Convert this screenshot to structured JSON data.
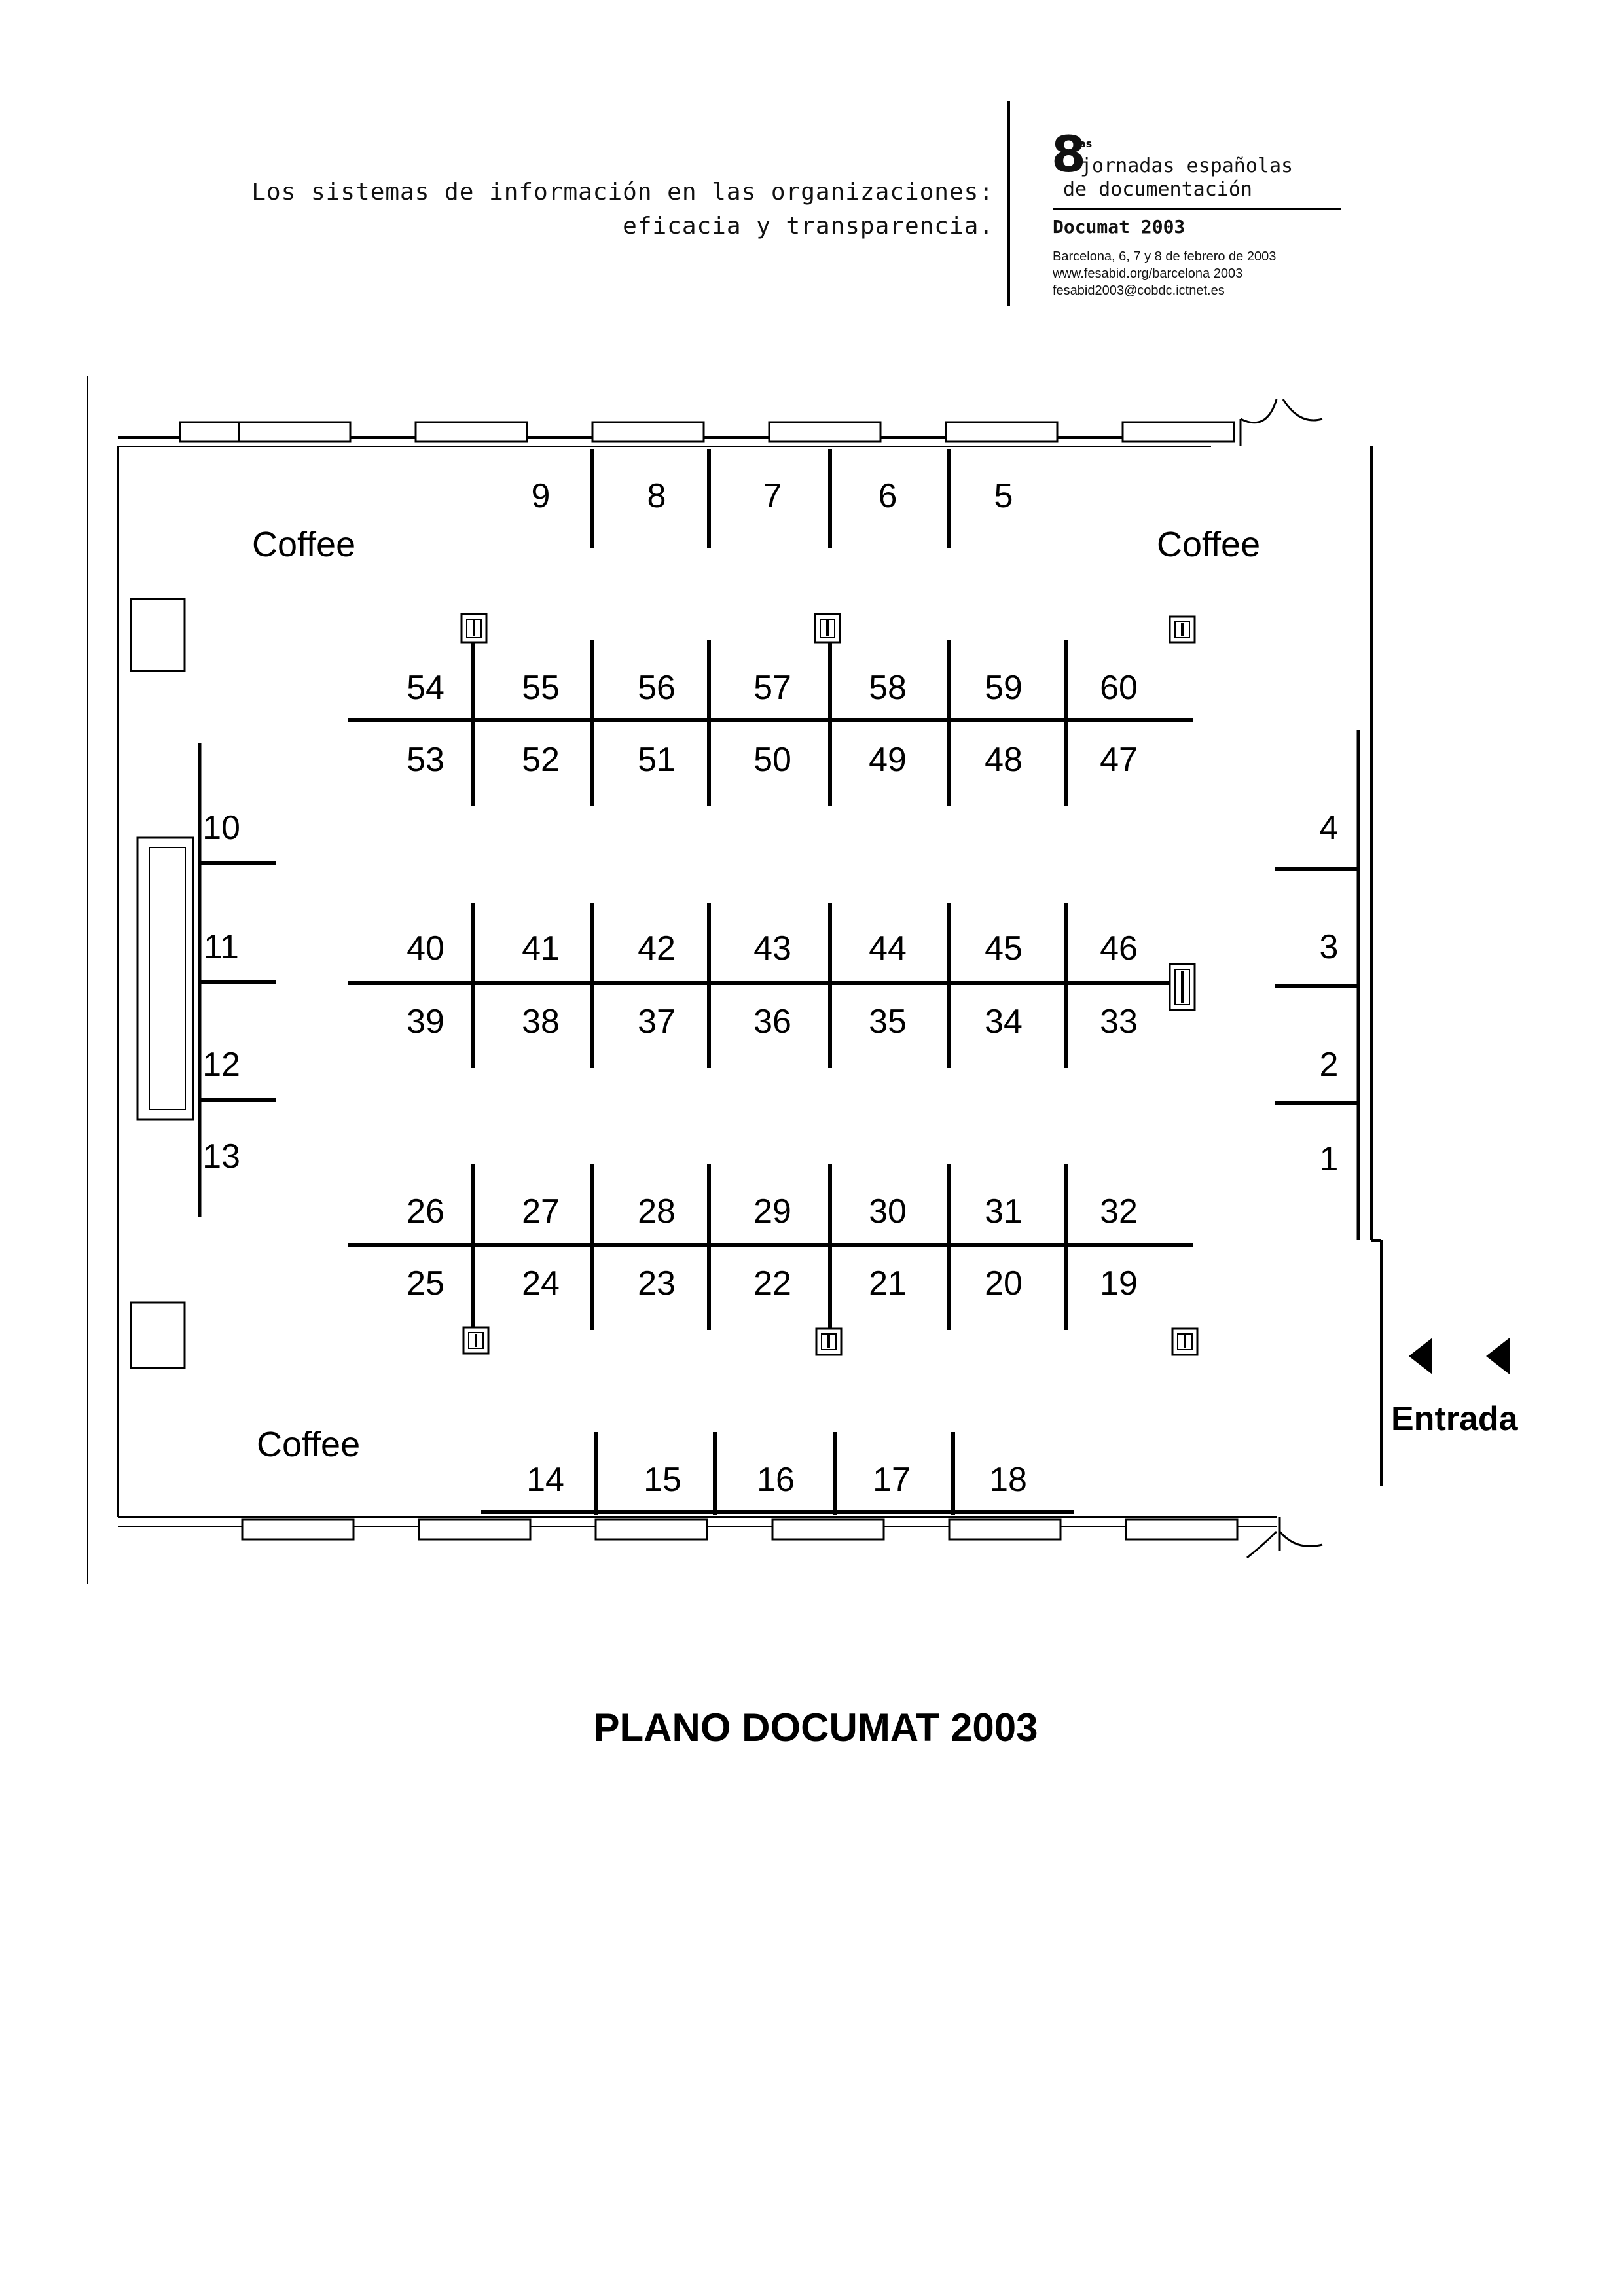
{
  "header": {
    "tagline_line1": "Los sistemas de información en las organizaciones:",
    "tagline_line2": "eficacia y transparencia.",
    "edition_number": "8",
    "edition_ordinal": "as",
    "event_line1": "jornadas españolas",
    "event_line2": "de documentación",
    "documat": "Documat 2003",
    "dates": "Barcelona, 6, 7 y 8 de febrero de 2003",
    "website": "www.fesabid.org/barcelona 2003",
    "email": "fesabid2003@cobdc.ictnet.es"
  },
  "map": {
    "coffee_label": "Coffee",
    "entrance_label": "Entrada",
    "stands_top_wall": [
      "9",
      "8",
      "7",
      "6",
      "5"
    ],
    "stands_row_a_top": [
      "54",
      "55",
      "56",
      "57",
      "58",
      "59",
      "60"
    ],
    "stands_row_a_bottom": [
      "53",
      "52",
      "51",
      "50",
      "49",
      "48",
      "47"
    ],
    "stands_row_b_top": [
      "40",
      "41",
      "42",
      "43",
      "44",
      "45",
      "46"
    ],
    "stands_row_b_bottom": [
      "39",
      "38",
      "37",
      "36",
      "35",
      "34",
      "33"
    ],
    "stands_row_c_top": [
      "26",
      "27",
      "28",
      "29",
      "30",
      "31",
      "32"
    ],
    "stands_row_c_bottom": [
      "25",
      "24",
      "23",
      "22",
      "21",
      "20",
      "19"
    ],
    "stands_bottom_wall": [
      "14",
      "15",
      "16",
      "17",
      "18"
    ],
    "stands_left_wall": [
      "10",
      "11",
      "12",
      "13"
    ],
    "stands_right_wall": [
      "4",
      "3",
      "2",
      "1"
    ],
    "title": "PLANO DOCUMAT 2003"
  }
}
